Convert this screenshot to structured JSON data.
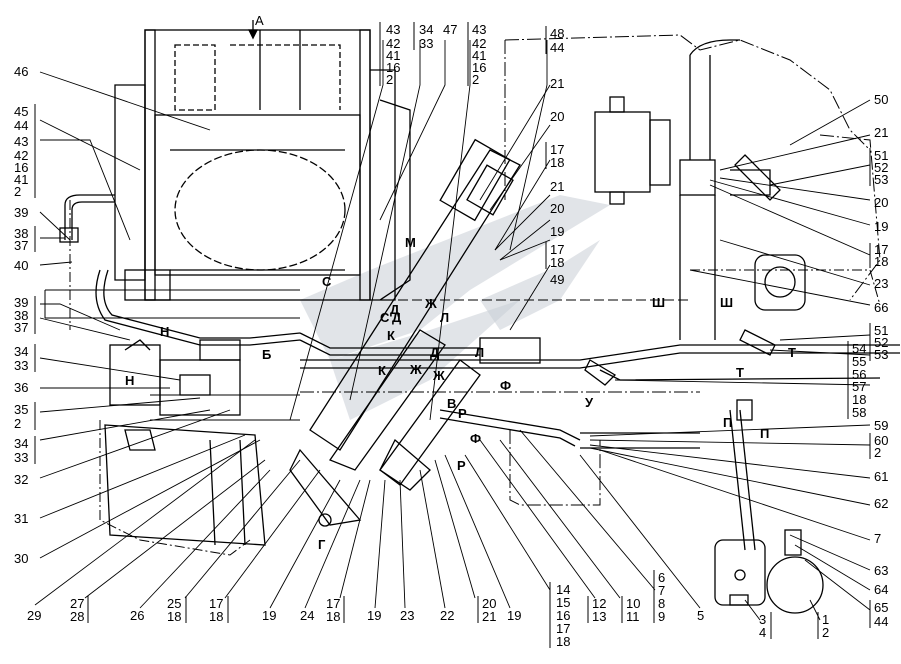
{
  "view_marker": "А",
  "left_labels": [
    "46",
    "45",
    "44",
    "43",
    "42",
    "16",
    "41",
    "2",
    "39",
    "38",
    "37",
    "40",
    "39",
    "38",
    "37",
    "34",
    "33",
    "36",
    "35",
    "2",
    "34",
    "33",
    "32",
    "31",
    "30"
  ],
  "top_labels": [
    "43",
    "42",
    "41",
    "16",
    "2",
    "34",
    "33",
    "47",
    "43",
    "42",
    "41",
    "16",
    "2",
    "48",
    "44"
  ],
  "mid_labels": [
    "21",
    "20",
    "17",
    "18",
    "21",
    "20",
    "19",
    "17",
    "18",
    "49"
  ],
  "right_labels": [
    "50",
    "21",
    "51",
    "52",
    "53",
    "20",
    "19",
    "17",
    "18",
    "23",
    "66",
    "51",
    "52",
    "53",
    "54",
    "55",
    "56",
    "57",
    "18",
    "58",
    "59",
    "60",
    "2",
    "61",
    "62",
    "7",
    "63",
    "64",
    "65",
    "44"
  ],
  "bottom_labels": [
    "29",
    "27",
    "28",
    "26",
    "25",
    "18",
    "17",
    "18",
    "19",
    "24",
    "17",
    "18",
    "19",
    "23",
    "22",
    "20",
    "21",
    "19",
    "14",
    "15",
    "16",
    "17",
    "18",
    "12",
    "13",
    "10",
    "11",
    "6",
    "7",
    "8",
    "9",
    "5",
    "3",
    "4",
    "1",
    "2"
  ],
  "section_letters": [
    "С",
    "Д",
    "С",
    "Д",
    "Ж",
    "К",
    "Л",
    "Л",
    "К",
    "Ж",
    "Д",
    "Ж",
    "М",
    "Н",
    "Н",
    "Б",
    "Ф",
    "Ф",
    "В",
    "Р",
    "Р",
    "У",
    "Т",
    "Т",
    "П",
    "П",
    "Ш",
    "Ш",
    "Г"
  ]
}
